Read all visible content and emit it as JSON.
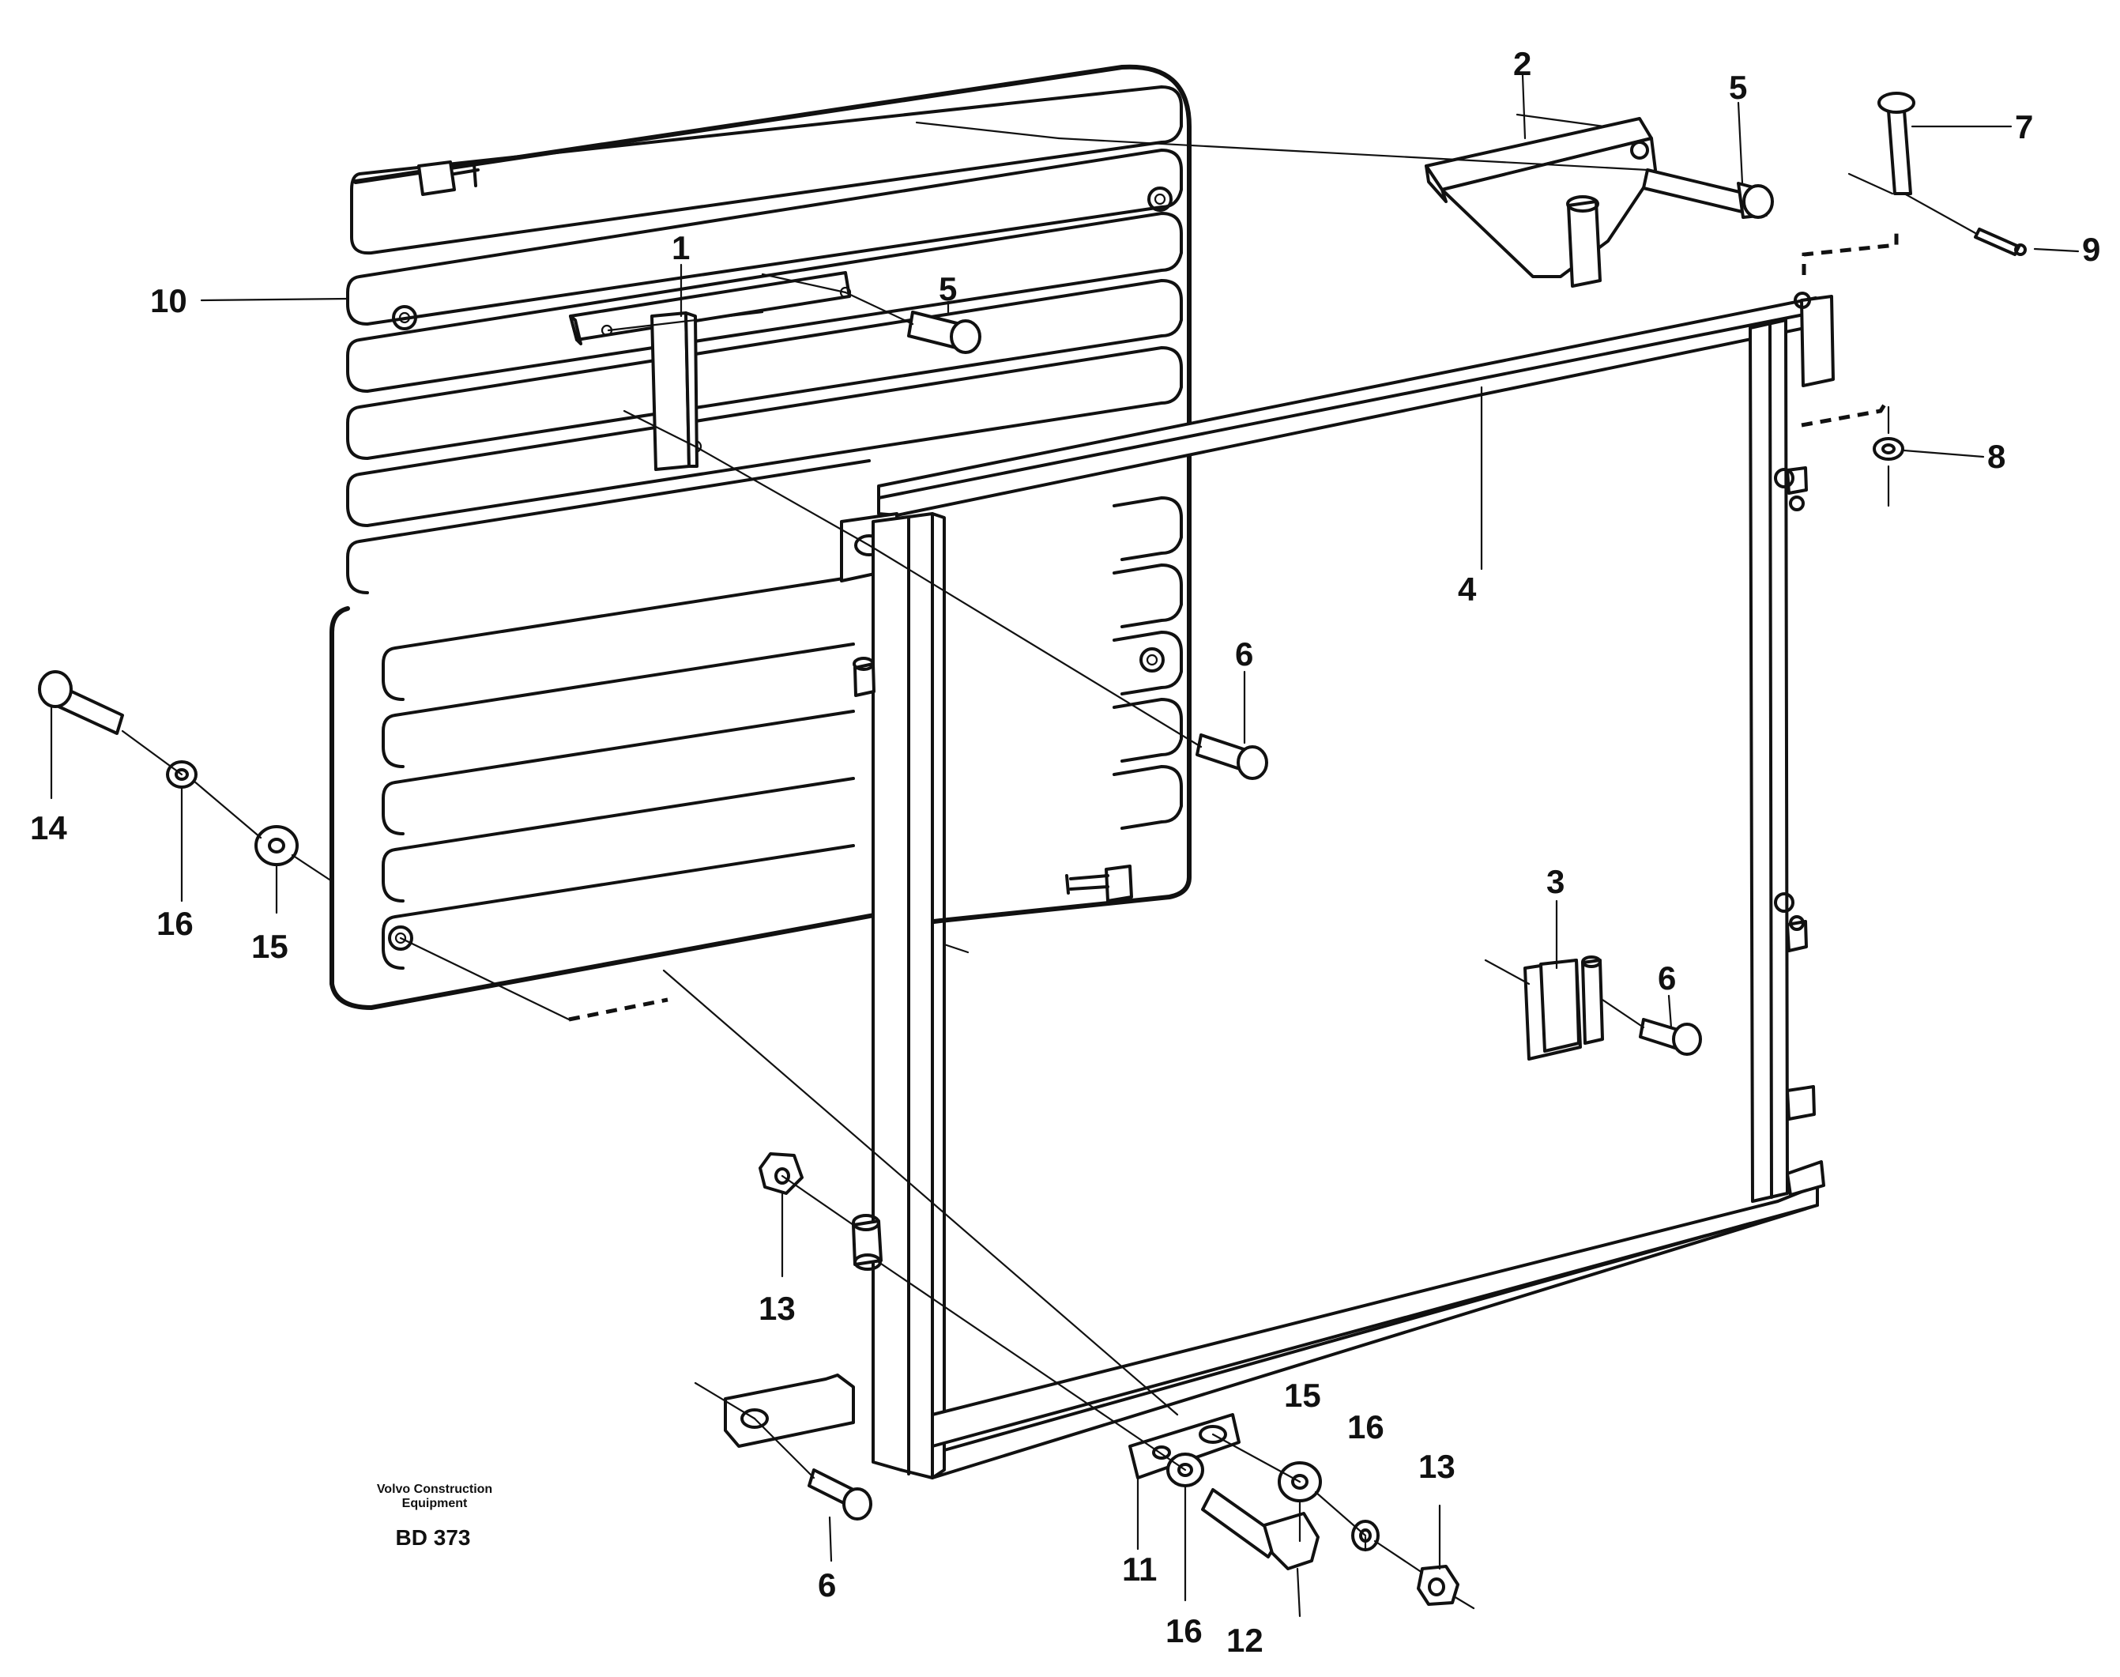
{
  "diagram": {
    "footer": {
      "brand_line1": "Volvo Construction",
      "brand_line2": "Equipment",
      "code": "BD 373"
    },
    "callouts": {
      "c1": "1",
      "c2": "2",
      "c3": "3",
      "c4": "4",
      "c5a": "5",
      "c5b": "5",
      "c6a": "6",
      "c6b": "6",
      "c6c": "6",
      "c7": "7",
      "c8": "8",
      "c9": "9",
      "c10": "10",
      "c11": "11",
      "c12": "12",
      "c13a": "13",
      "c13b": "13",
      "c14": "14",
      "c15a": "15",
      "c15b": "15",
      "c16a": "16",
      "c16b": "16"
    }
  }
}
